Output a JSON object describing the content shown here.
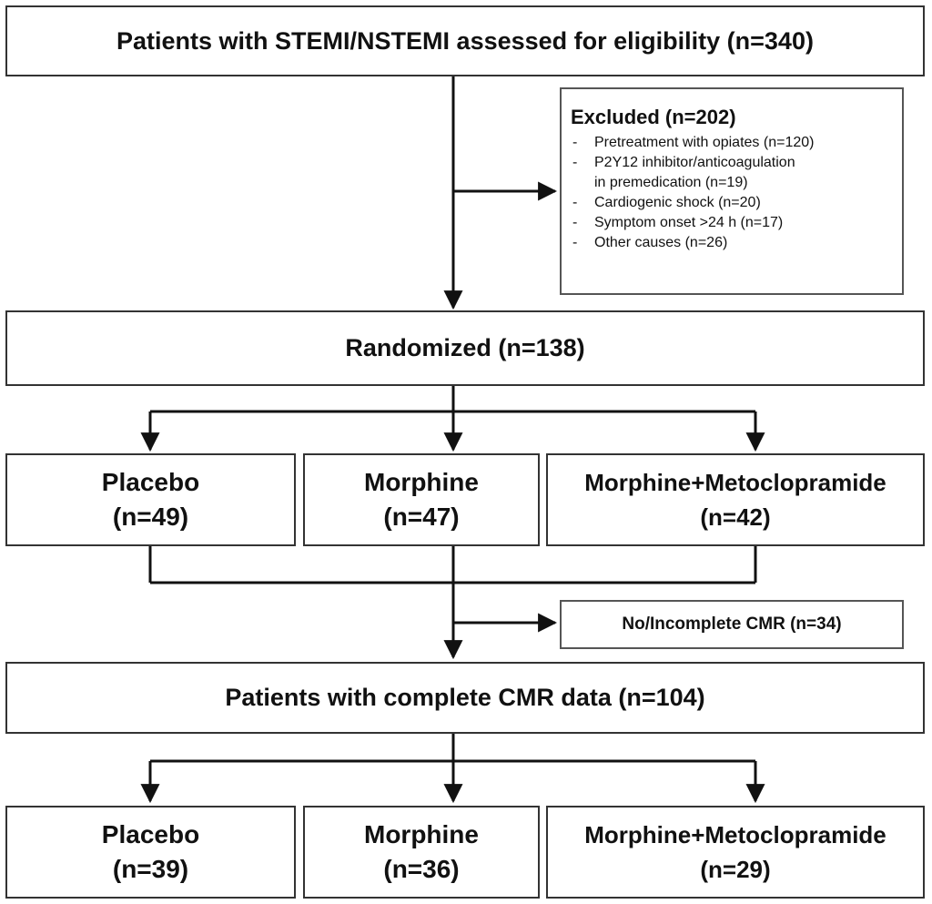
{
  "assessed": {
    "label": "Patients with STEMI/NSTEMI assessed for eligibility (n=340)"
  },
  "excluded": {
    "title": "Excluded (n=202)",
    "items": [
      {
        "dash": "-",
        "text": "Pretreatment with opiates (n=120)"
      },
      {
        "dash": "-",
        "text": "P2Y12 inhibitor/anticoagulation"
      },
      {
        "dash": "",
        "text": "in premedication (n=19)"
      },
      {
        "dash": "-",
        "text": "Cardiogenic shock (n=20)"
      },
      {
        "dash": "-",
        "text": "Symptom onset >24 h (n=17)"
      },
      {
        "dash": "-",
        "text": "Other causes (n=26)"
      }
    ]
  },
  "randomized": {
    "label": "Randomized (n=138)"
  },
  "groups_randomized": [
    {
      "name": "Placebo",
      "n": "(n=49)"
    },
    {
      "name": "Morphine",
      "n": "(n=47)"
    },
    {
      "name": "Morphine+Metoclopramide",
      "n": "(n=42)"
    }
  ],
  "no_cmr": {
    "label": "No/Incomplete CMR (n=34)"
  },
  "complete_cmr": {
    "label": "Patients with complete CMR data (n=104)"
  },
  "groups_cmr": [
    {
      "name": "Placebo",
      "n": "(n=39)"
    },
    {
      "name": "Morphine",
      "n": "(n=36)"
    },
    {
      "name": "Morphine+Metoclopramide",
      "n": "(n=29)"
    }
  ]
}
